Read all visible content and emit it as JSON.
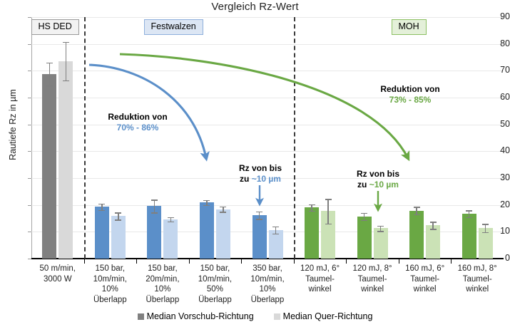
{
  "chart_data": {
    "type": "bar",
    "title": "Vergleich Rz-Wert",
    "xlabel": "",
    "ylabel": "Rautiefe Rz  in µm",
    "ylim": [
      0,
      90
    ],
    "ytick_step": 10,
    "yticks": [
      "90",
      "80",
      "70",
      "60",
      "50",
      "40",
      "30",
      "20",
      "10",
      "0"
    ],
    "grid": true,
    "legend_position": "bottom",
    "series": [
      {
        "name": "Median Vorschub-Richtung",
        "values": [
          68.8,
          19.3,
          19.6,
          20.9,
          16.2,
          19.1,
          15.7,
          17.9,
          16.7
        ],
        "err_low": [
          4.3,
          1.2,
          2.4,
          0.9,
          1.4,
          1.2,
          1.3,
          1.4,
          1.3
        ],
        "err_high": [
          4.3,
          1.2,
          2.4,
          0.9,
          1.4,
          1.2,
          1.3,
          1.4,
          1.3
        ]
      },
      {
        "name": "Median Quer-Richtung",
        "values": [
          73.6,
          15.9,
          14.7,
          18.4,
          10.7,
          17.7,
          11.3,
          12.4,
          11.4
        ],
        "err_low": [
          7.2,
          1.3,
          0.8,
          1.0,
          1.3,
          4.6,
          1.0,
          1.3,
          1.5
        ],
        "err_high": [
          7.2,
          1.3,
          0.8,
          1.0,
          1.3,
          4.6,
          1.0,
          1.3,
          1.5
        ]
      }
    ],
    "categories": [
      "50 m/min,\n3000 W",
      "150 bar,\n10m/min,\n10%\nÜberlapp",
      "150 bar,\n20m/min,\n10%\nÜberlapp",
      "150 bar,\n10m/min,\n50%\nÜberlapp",
      "350 bar,\n10m/min,\n10%\nÜberlapp",
      "120 mJ, 6°\nTaumel-\nwinkel",
      "120 mJ, 8°\nTaumel-\nwinkel",
      "160 mJ, 6°\nTaumel-\nwinkel",
      "160 mJ, 8°\nTaumel-\nwinkel"
    ],
    "category_lines": [
      [
        "50 m/min,",
        "3000 W"
      ],
      [
        "150 bar,",
        "10m/min,",
        "10%",
        "Überlapp"
      ],
      [
        "150 bar,",
        "20m/min,",
        "10%",
        "Überlapp"
      ],
      [
        "150 bar,",
        "10m/min,",
        "50%",
        "Überlapp"
      ],
      [
        "350 bar,",
        "10m/min,",
        "10%",
        "Überlapp"
      ],
      [
        "120 mJ, 6°",
        "Taumel-",
        "winkel"
      ],
      [
        "120 mJ, 8°",
        "Taumel-",
        "winkel"
      ],
      [
        "160 mJ, 6°",
        "Taumel-",
        "winkel"
      ],
      [
        "160 mJ, 8°",
        "Taumel-",
        "winkel"
      ]
    ],
    "groups": [
      {
        "label": "HS DED",
        "from": 0,
        "to": 0,
        "fill": "#f2f2f2",
        "border": "#9a9a9a",
        "dark": "#808080",
        "light": "#d9d9d9"
      },
      {
        "label": "Festwalzen",
        "from": 1,
        "to": 4,
        "fill": "#dce6f4",
        "border": "#8fb0dc",
        "dark": "#5b8fc9",
        "light": "#c3d6ee"
      },
      {
        "label": "MOH",
        "from": 5,
        "to": 8,
        "fill": "#e4f0d9",
        "border": "#8cc063",
        "dark": "#6aa844",
        "light": "#cbe2b6"
      }
    ],
    "annotations": [
      {
        "id": "reduktion-festwalzen",
        "line1": "Reduktion von",
        "line2": "70% - 86%",
        "color": "#5b8fc9"
      },
      {
        "id": "reduktion-moh",
        "line1": "Reduktion von",
        "line2": "73% - 85%",
        "color": "#6aa844"
      },
      {
        "id": "rz-festwalzen",
        "line1": "Rz von bis",
        "line2_pre": "zu ",
        "line2": "~10 µm",
        "color": "#5b8fc9"
      },
      {
        "id": "rz-moh",
        "line1": "Rz von bis",
        "line2_pre": "zu ",
        "line2": "~10 µm",
        "color": "#6aa844"
      }
    ],
    "colors": {
      "ded_dark": "#808080",
      "ded_light": "#d9d9d9",
      "blue_dark": "#5b8fc9",
      "blue_light": "#c3d6ee",
      "green_dark": "#6aa844",
      "green_light": "#cbe2b6",
      "error": "#7f7f7f",
      "grid": "#e8e8e8",
      "axis": "#000000",
      "separator": "#3b3b3b"
    }
  },
  "legend": [
    {
      "label": "Median Vorschub-Richtung",
      "color": "#808080"
    },
    {
      "label": "Median Quer-Richtung",
      "color": "#d9d9d9"
    }
  ]
}
